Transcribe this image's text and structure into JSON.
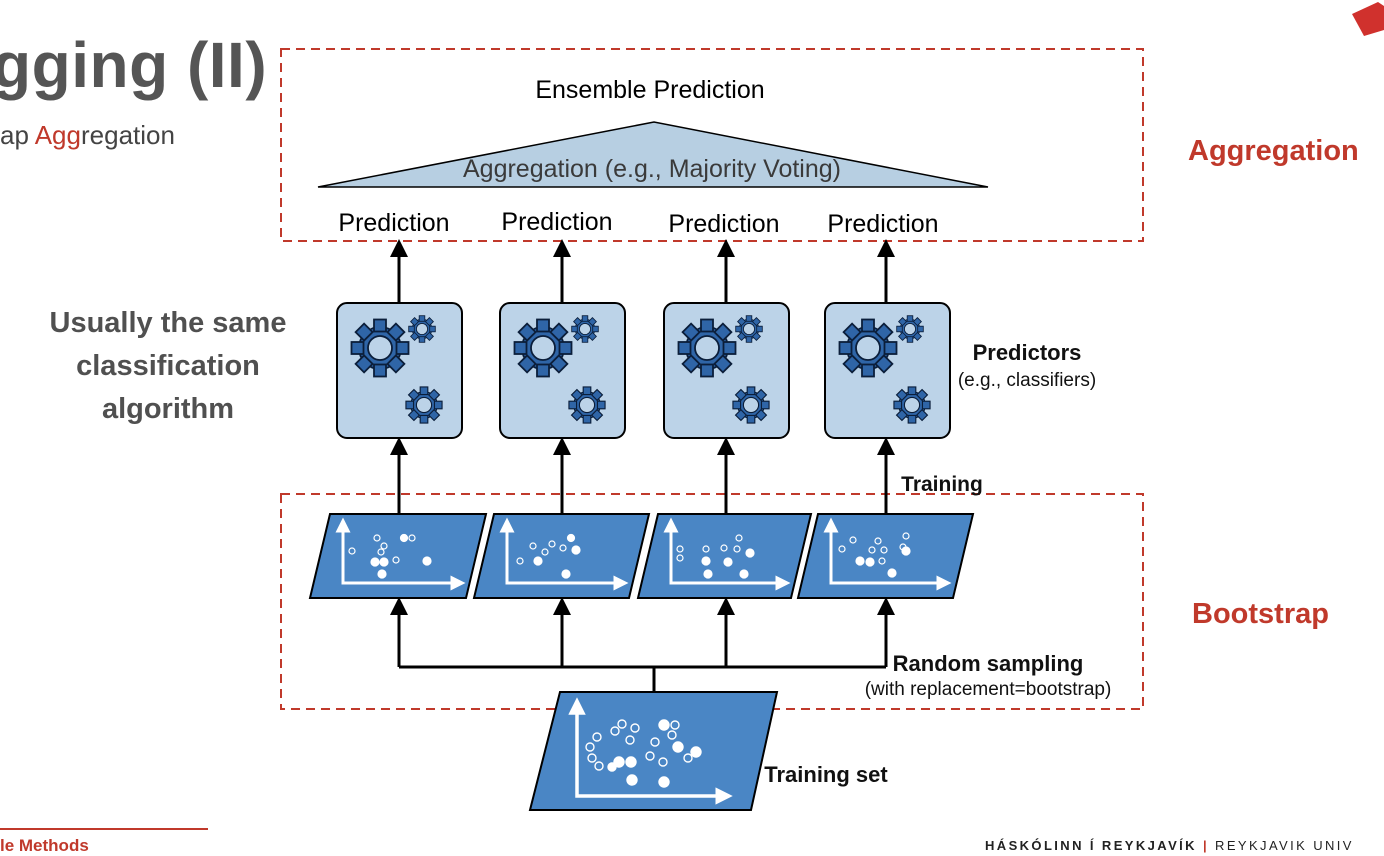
{
  "slide": {
    "title": "gging (II)",
    "subtitle_prefix": "ap ",
    "subtitle_highlight": "Agg",
    "subtitle_suffix": "regation",
    "left_note": "Usually the same classification algorithm",
    "aggregation_label": "Aggregation",
    "bootstrap_label": "Bootstrap"
  },
  "diagram": {
    "ensemble_prediction": "Ensemble Prediction",
    "aggregation_method": "Aggregation (e.g., Majority Voting)",
    "predictions": [
      "Prediction",
      "Prediction",
      "Prediction",
      "Prediction"
    ],
    "predictors_title": "Predictors",
    "predictors_sub": "(e.g., classifiers)",
    "training": "Training",
    "random_sampling": "Random sampling",
    "random_sampling_sub": "(with replacement=bootstrap)",
    "training_set": "Training set"
  },
  "footer": {
    "left": "le Methods",
    "right_bold": "HÁSKÓLINN Í REYKJAVÍK",
    "right_sep": "|",
    "right_rest": "REYKJAVIK UNIV"
  },
  "colors": {
    "accent_red": "#c0392b",
    "box_fill": "#bcd3e8",
    "gear_blue": "#2f65a7",
    "panel_blue": "#4a86c5",
    "triangle_fill": "#b7cfe2"
  },
  "icons": [
    "gears-icon",
    "scatter-plot-icon",
    "arrow-up-icon"
  ]
}
